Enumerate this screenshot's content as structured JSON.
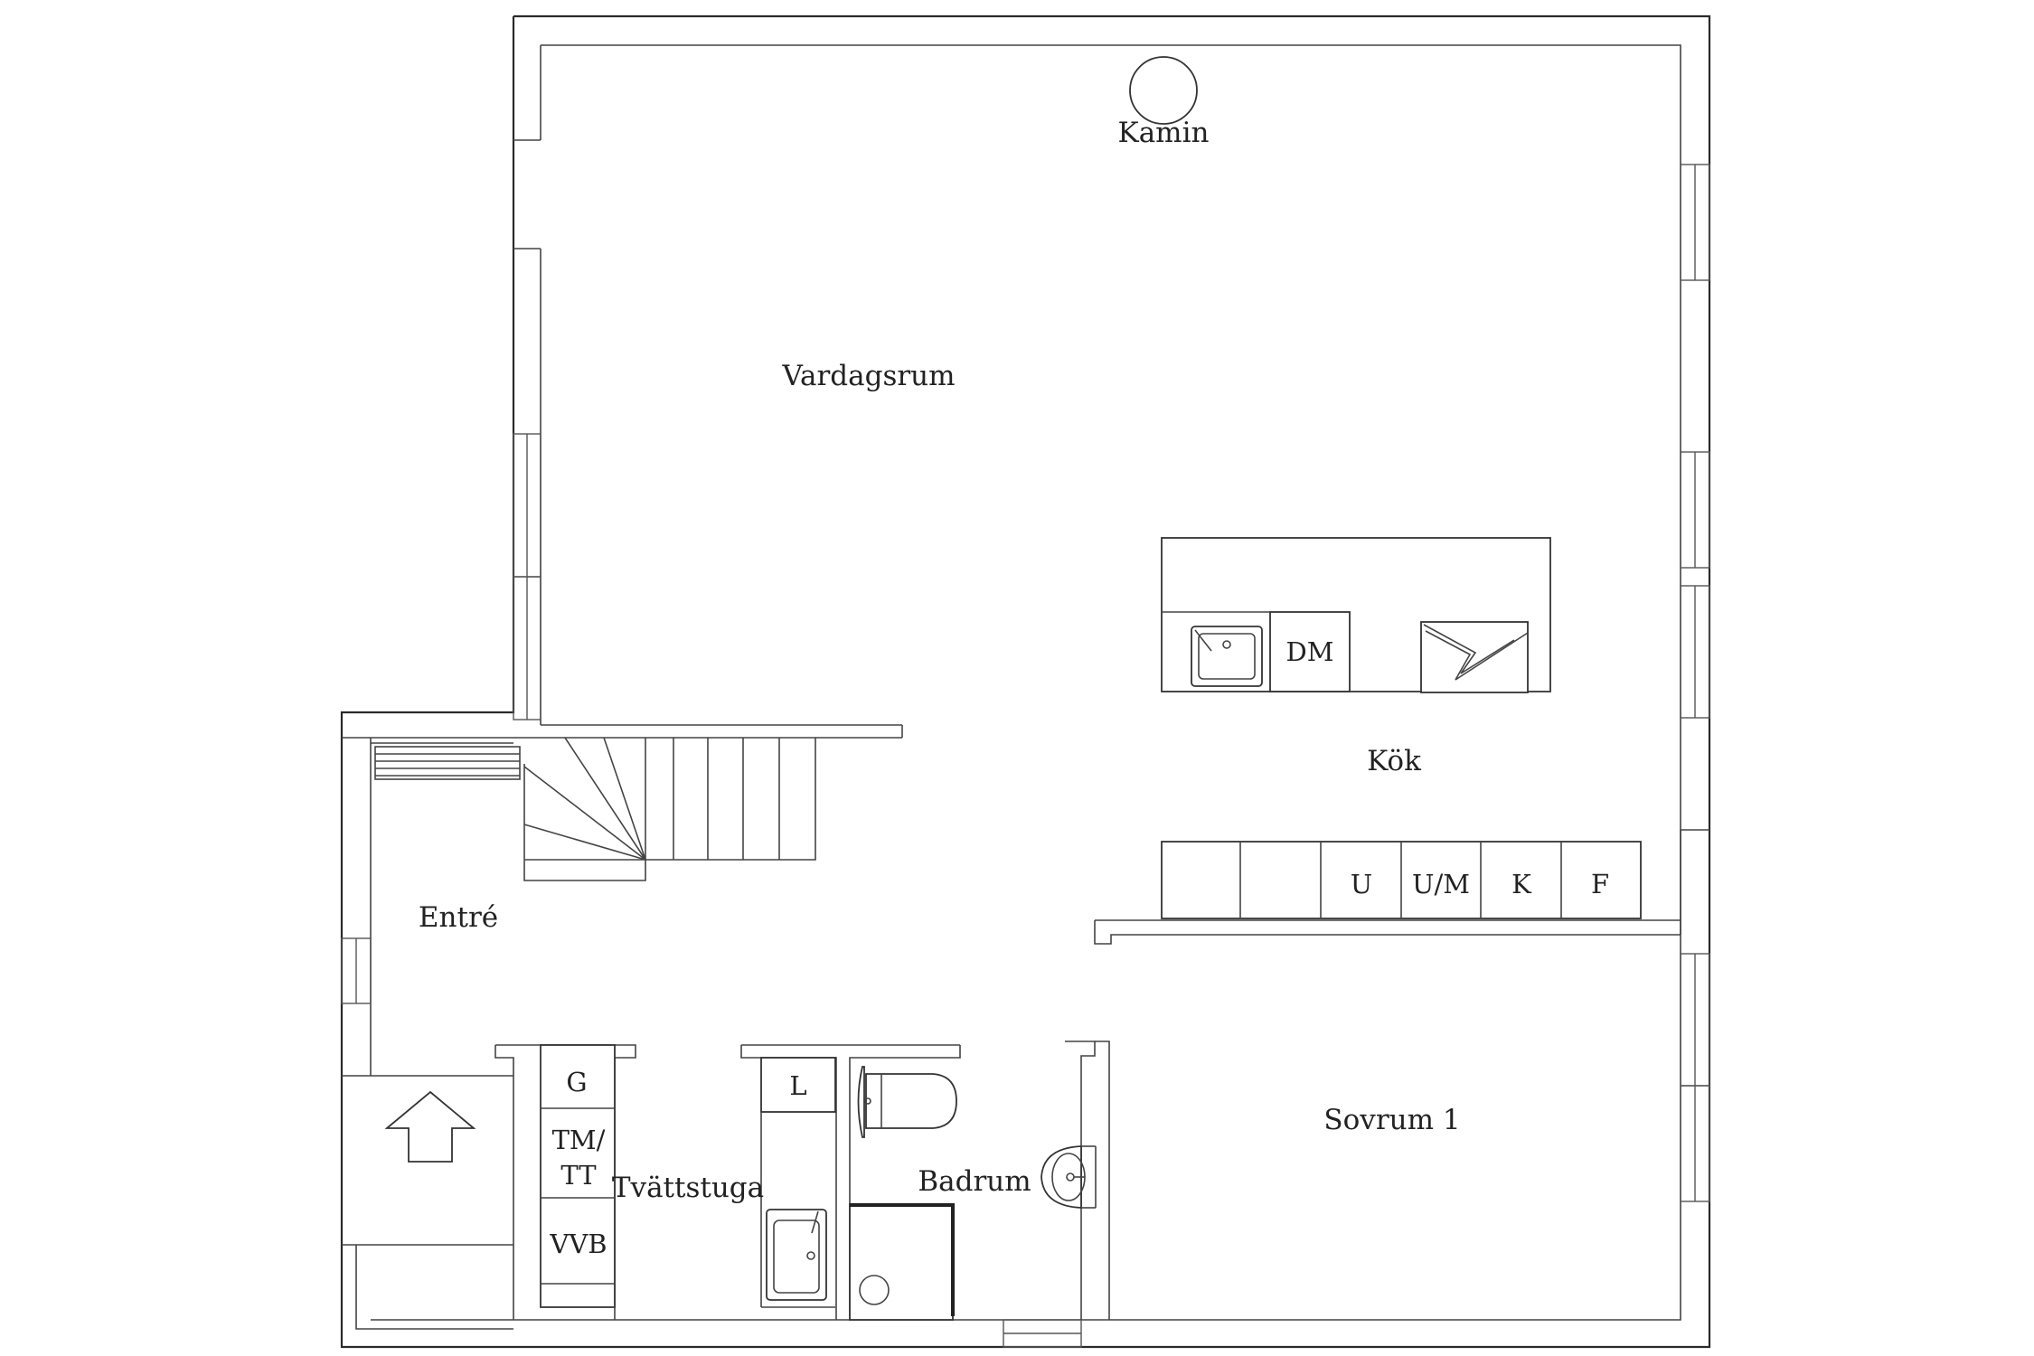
{
  "rooms": {
    "kamin": "Kamin",
    "vardagsrum": "Vardagsrum",
    "kok": "Kök",
    "entre": "Entré",
    "tvattstuga": "Tvättstuga",
    "badrum": "Badrum",
    "sovrum1": "Sovrum 1"
  },
  "fixtures": {
    "dm": "DM",
    "u": "U",
    "um": "U/M",
    "k": "K",
    "f": "F",
    "g": "G",
    "tm_line1": "TM/",
    "tm_line2": "TT",
    "vvb": "VVB",
    "l": "L"
  },
  "icons": {
    "entrance": "arrow-up-icon",
    "sink": "sink-icon",
    "stove": "stove-icon",
    "toilet": "toilet-icon",
    "fireplace": "fireplace-icon"
  },
  "colors": {
    "line": "#2a2a2a",
    "background": "#ffffff"
  }
}
